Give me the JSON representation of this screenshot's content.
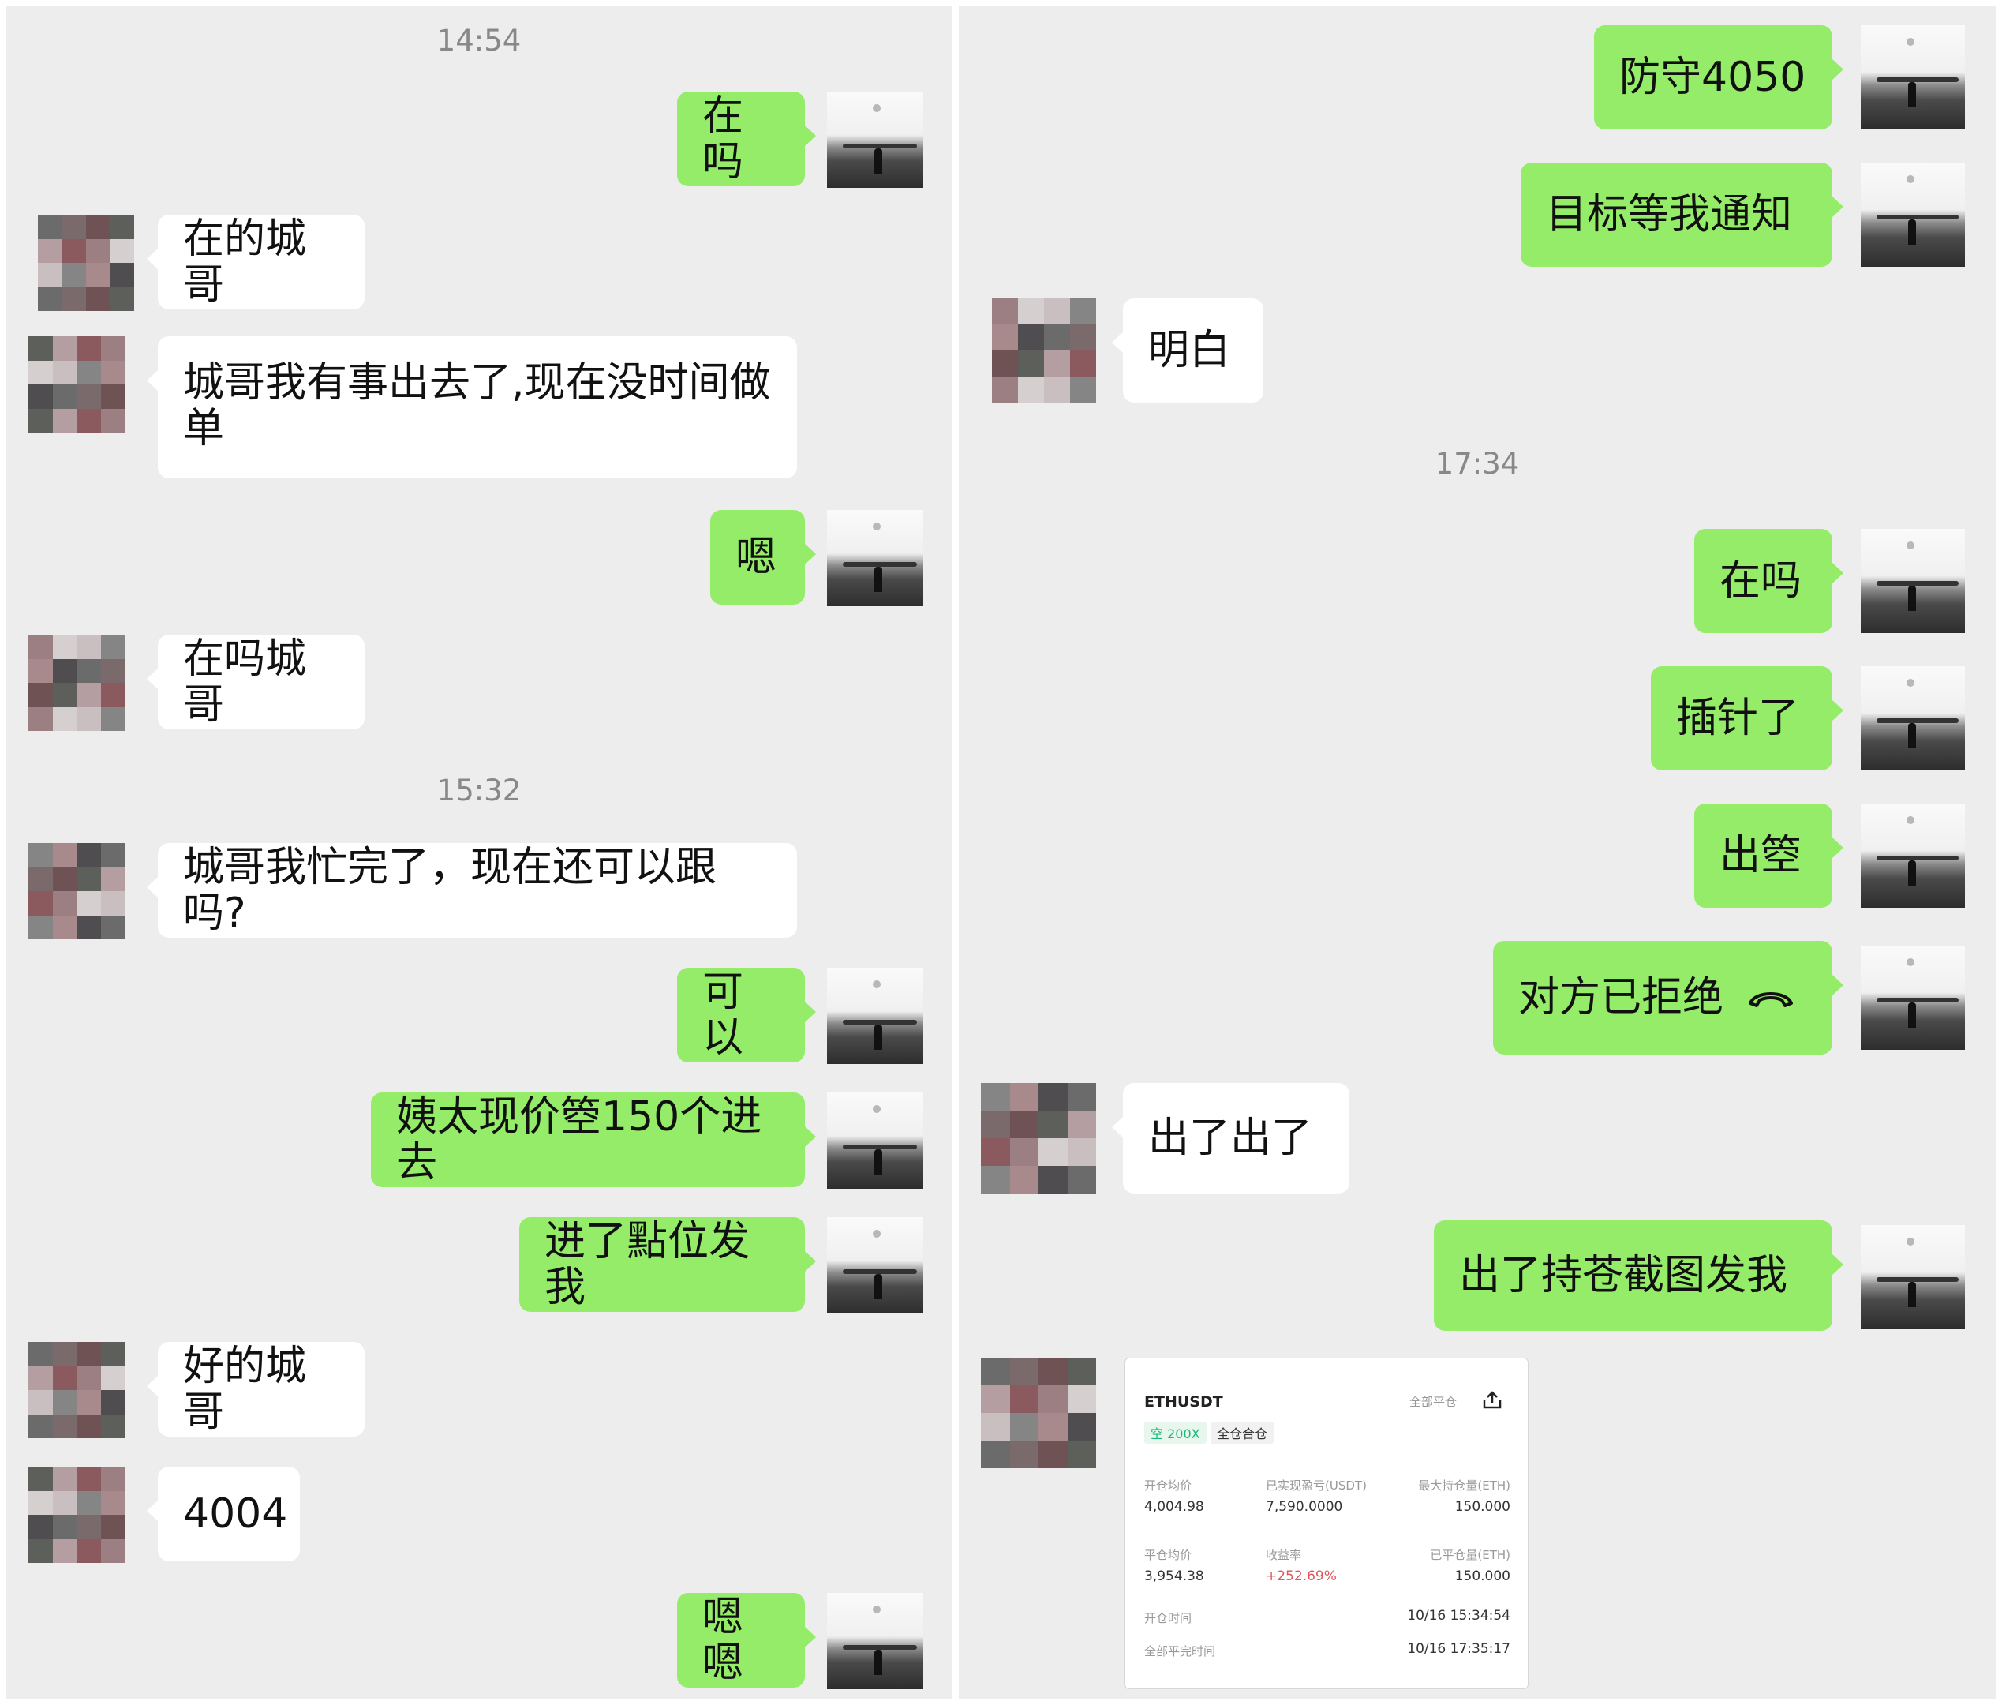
{
  "left_chat": {
    "timestamps": [
      "14:54",
      "15:32"
    ],
    "messages": [
      {
        "from": "me",
        "text": "在吗"
      },
      {
        "from": "them",
        "text": "在的城哥"
      },
      {
        "from": "them",
        "text_line1": "城哥我有事出去了,现在没时间做",
        "text_line2": "单"
      },
      {
        "from": "me",
        "text": "嗯"
      },
      {
        "from": "them",
        "text": "在吗城哥"
      },
      {
        "from": "them",
        "text": "城哥我忙完了，现在还可以跟吗?"
      },
      {
        "from": "me",
        "text": "可以"
      },
      {
        "from": "me",
        "text": "姨太现价箜150个进去"
      },
      {
        "from": "me",
        "text": "进了點位发我"
      },
      {
        "from": "them",
        "text": "好的城哥"
      },
      {
        "from": "them",
        "text": "4004"
      },
      {
        "from": "me",
        "text": "嗯嗯"
      }
    ]
  },
  "right_chat": {
    "timestamps": [
      "17:34"
    ],
    "messages": [
      {
        "from": "me",
        "text": "防守4050"
      },
      {
        "from": "me",
        "text": "目标等我通知"
      },
      {
        "from": "them",
        "text": "明白"
      },
      {
        "from": "me",
        "text": "在吗"
      },
      {
        "from": "me",
        "text": "插针了"
      },
      {
        "from": "me",
        "text": "出箜"
      },
      {
        "from": "me",
        "text": "对方已拒绝",
        "icon": "hangup-icon"
      },
      {
        "from": "them",
        "text": "出了出了"
      },
      {
        "from": "me",
        "text": "出了持苍截图发我"
      }
    ],
    "position_card": {
      "symbol": "ETHUSDT",
      "close_all": "全部平仓",
      "side": "空",
      "leverage": "200X",
      "margin_mode": "全仓合仓",
      "open_avg_label": "开仓均价",
      "open_avg": "4,004.98",
      "realized_pnl_label": "已实现盈亏(USDT)",
      "realized_pnl": "7,590.0000",
      "max_hold_label": "最大持仓量(ETH)",
      "max_hold": "150.000",
      "close_avg_label": "平仓均价",
      "close_avg": "3,954.38",
      "roi_label": "收益率",
      "roi": "+252.69%",
      "closed_qty_label": "已平仓量(ETH)",
      "closed_qty": "150.000",
      "open_time_label": "开仓时间",
      "open_time": "10/16 15:34:54",
      "close_time_label": "全部平完时间",
      "close_time": "10/16 17:35:17",
      "share_icon": "share-icon"
    }
  },
  "colors": {
    "bubble_me": "#95ec69",
    "bubble_them": "#ffffff",
    "background": "#ededed",
    "profit": "#e0565b",
    "side_short": "#1eb87a"
  }
}
